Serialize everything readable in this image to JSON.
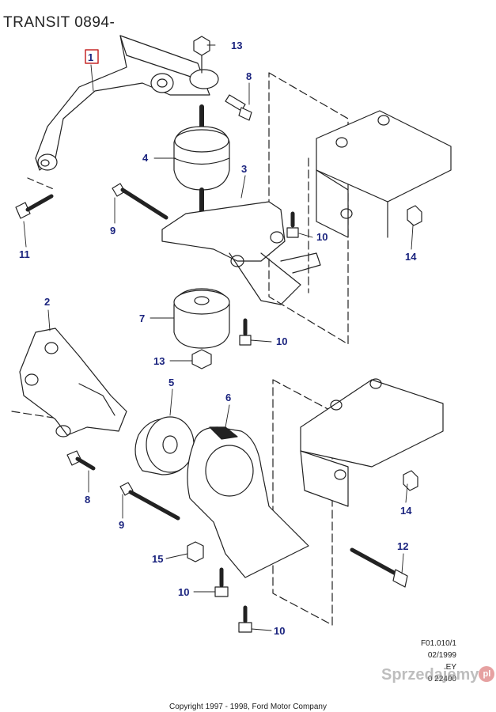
{
  "title": "TRANSIT 0894-",
  "callouts": [
    {
      "id": "c1",
      "label": "1"
    },
    {
      "id": "c13a",
      "label": "13"
    },
    {
      "id": "c8a",
      "label": "8"
    },
    {
      "id": "c4",
      "label": "4"
    },
    {
      "id": "c3",
      "label": "3"
    },
    {
      "id": "c9a",
      "label": "9"
    },
    {
      "id": "c10a",
      "label": "10"
    },
    {
      "id": "c11",
      "label": "11"
    },
    {
      "id": "c14a",
      "label": "14"
    },
    {
      "id": "c2",
      "label": "2"
    },
    {
      "id": "c7",
      "label": "7"
    },
    {
      "id": "c10b",
      "label": "10"
    },
    {
      "id": "c13b",
      "label": "13"
    },
    {
      "id": "c5",
      "label": "5"
    },
    {
      "id": "c6",
      "label": "6"
    },
    {
      "id": "c8b",
      "label": "8"
    },
    {
      "id": "c9b",
      "label": "9"
    },
    {
      "id": "c14b",
      "label": "14"
    },
    {
      "id": "c12",
      "label": "12"
    },
    {
      "id": "c15",
      "label": "15"
    },
    {
      "id": "c10c",
      "label": "10"
    },
    {
      "id": "c10d",
      "label": "10"
    }
  ],
  "reference": {
    "code": "F01.010/1",
    "date": "02/1999",
    "suffix": "EY",
    "number": "0 22400"
  },
  "copyright": "Copyright 1997 - 1998, Ford Motor Company",
  "watermark": {
    "text": "Sprzedajemy",
    "badge": "pl"
  },
  "colors": {
    "callout": "#1a237e",
    "line": "#222222",
    "title_box": "#c62828"
  }
}
